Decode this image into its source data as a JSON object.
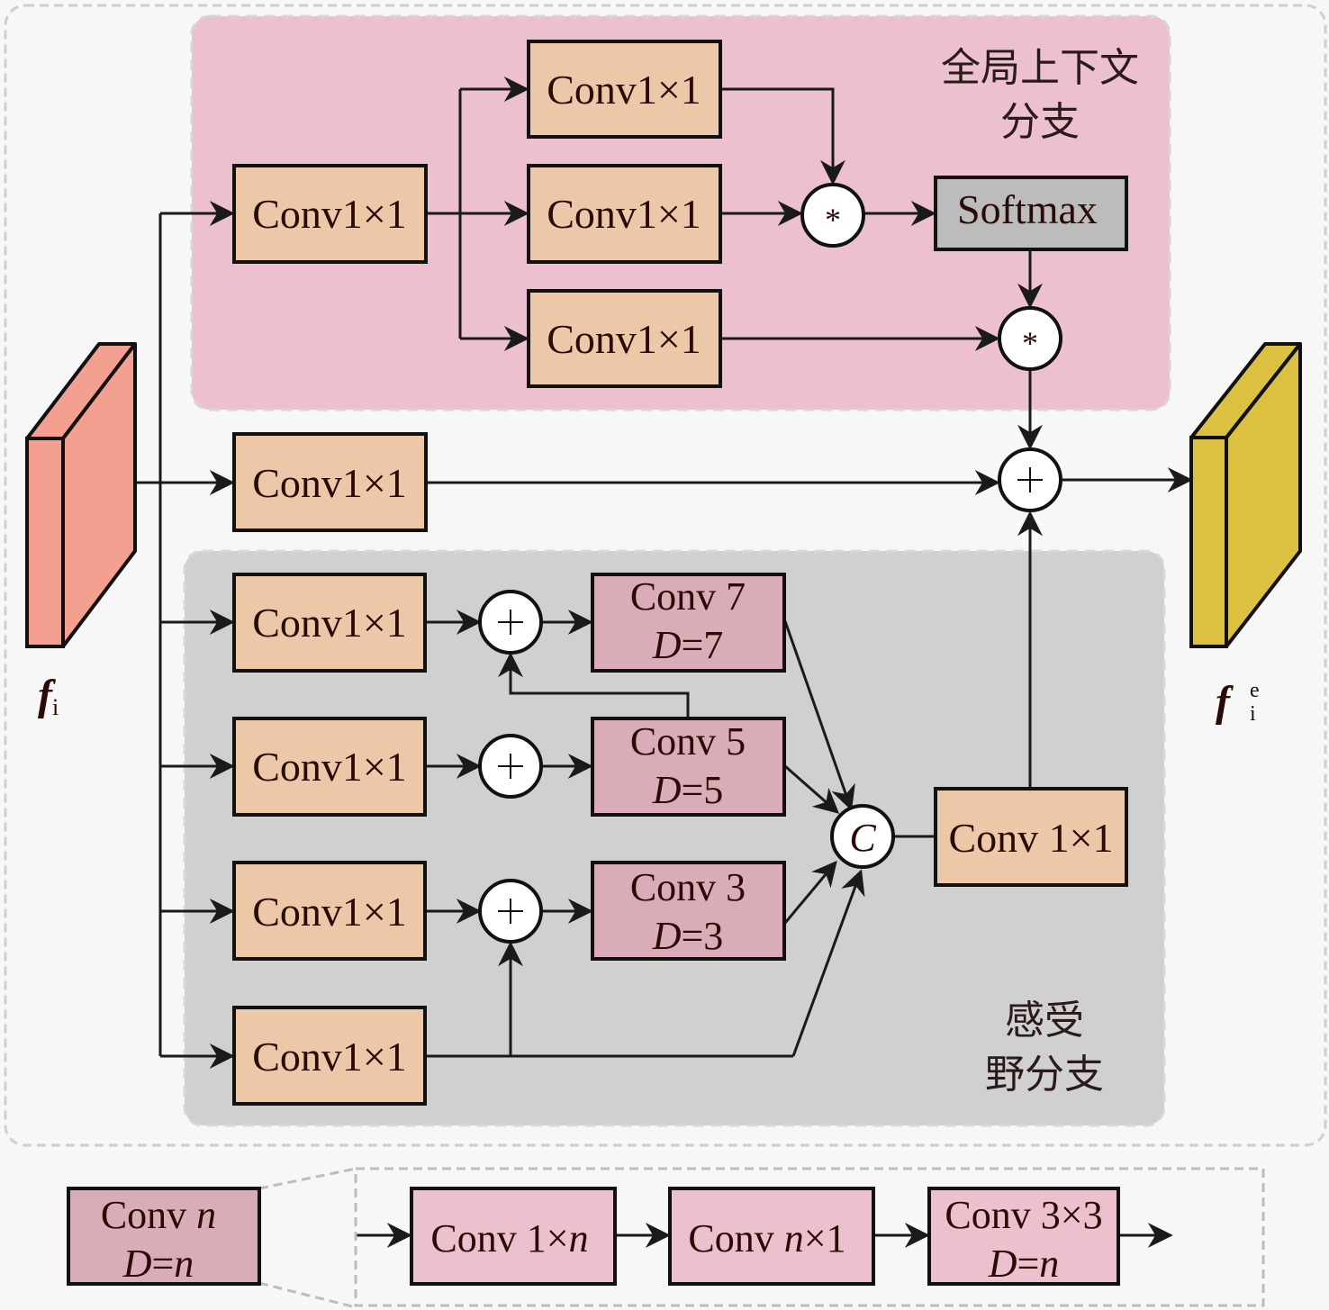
{
  "colors": {
    "background": "#f7f7f7",
    "global_branch_bg": "#ecc0cf",
    "receptive_branch_bg": "#d0d0d0",
    "conv1x1_fill": "#ecc8a8",
    "dilated_conv_fill": "#d9acb8",
    "legend_conv_fill": "#ecc0cc",
    "softmax_fill": "#bcbcbc",
    "input_tensor": "#f4a090",
    "output_tensor": "#dcc040"
  },
  "global_branch": {
    "title_line1": "全局上下文",
    "title_line2": "分支",
    "entry_conv": "Conv1×1",
    "query_conv": "Conv1×1",
    "key_conv": "Conv1×1",
    "value_conv": "Conv1×1",
    "multiply_op_1": "*",
    "softmax": "Softmax",
    "multiply_op_2": "*"
  },
  "shortcut": {
    "conv": "Conv1×1",
    "sum_op": "+"
  },
  "receptive_branch": {
    "title_line1": "感受",
    "title_line2": "野分支",
    "entry_convs": [
      "Conv1×1",
      "Conv1×1",
      "Conv1×1",
      "Conv1×1"
    ],
    "sum_ops": [
      "+",
      "+",
      "+"
    ],
    "dilated_convs": [
      {
        "line1": "Conv 7",
        "d_label": "D",
        "d_value": "=7"
      },
      {
        "line1": "Conv 5",
        "d_label": "D",
        "d_value": "=5"
      },
      {
        "line1": "Conv 3",
        "d_label": "D",
        "d_value": "=3"
      }
    ],
    "concat_op": "C",
    "fuse_conv": "Conv 1×1"
  },
  "input_tensor": {
    "symbol": "f",
    "subscript": "i"
  },
  "output_tensor": {
    "symbol": "f",
    "subscript": "i",
    "superscript": "e"
  },
  "legend": {
    "block": {
      "line1_prefix": "Conv ",
      "line1_var": "n",
      "d_label": "D",
      "d_eq": "=",
      "d_var": "n"
    },
    "steps": [
      {
        "prefix": "Conv 1×",
        "var": "n",
        "suffix": ""
      },
      {
        "prefix": "Conv ",
        "var": "n",
        "suffix": "×1"
      },
      {
        "prefix": "Conv 3×3",
        "var": "",
        "suffix": "",
        "d_label": "D",
        "d_eq": "=",
        "d_var": "n"
      }
    ]
  }
}
